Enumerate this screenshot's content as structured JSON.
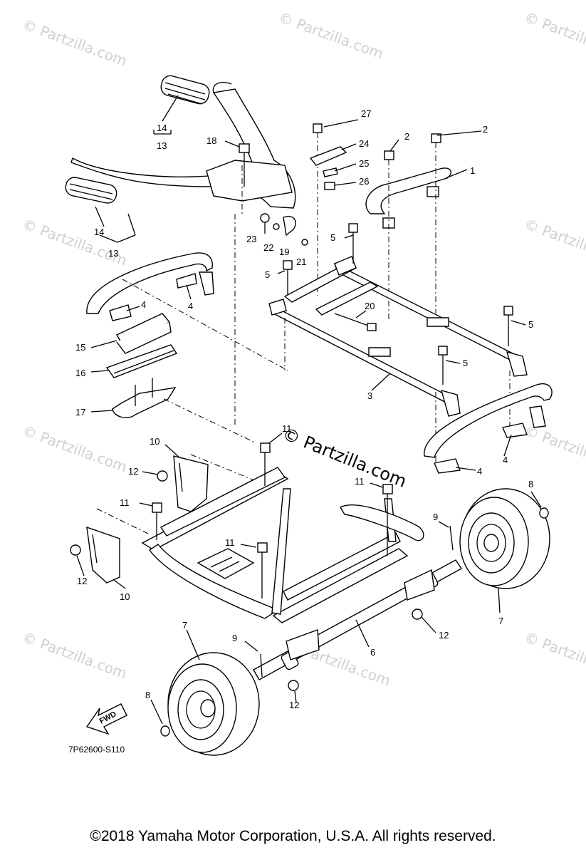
{
  "watermark": {
    "text": "© Partzilla.com",
    "center_text": "© Partzilla.com"
  },
  "callouts": [
    {
      "id": "c27",
      "label": "27"
    },
    {
      "id": "c2a",
      "label": "2"
    },
    {
      "id": "c2b",
      "label": "2"
    },
    {
      "id": "c1",
      "label": "1"
    },
    {
      "id": "c24",
      "label": "24"
    },
    {
      "id": "c25",
      "label": "25"
    },
    {
      "id": "c26",
      "label": "26"
    },
    {
      "id": "c18",
      "label": "18"
    },
    {
      "id": "c14a",
      "label": "14"
    },
    {
      "id": "c13a",
      "label": "13"
    },
    {
      "id": "c14b",
      "label": "14"
    },
    {
      "id": "c13b",
      "label": "13"
    },
    {
      "id": "c23",
      "label": "23"
    },
    {
      "id": "c22",
      "label": "22"
    },
    {
      "id": "c19",
      "label": "19"
    },
    {
      "id": "c21",
      "label": "21"
    },
    {
      "id": "c5a",
      "label": "5"
    },
    {
      "id": "c5b",
      "label": "5"
    },
    {
      "id": "c5c",
      "label": "5"
    },
    {
      "id": "c5d",
      "label": "5"
    },
    {
      "id": "c20",
      "label": "20"
    },
    {
      "id": "c4a",
      "label": "4"
    },
    {
      "id": "c4b",
      "label": "4"
    },
    {
      "id": "c4c",
      "label": "4"
    },
    {
      "id": "c4d",
      "label": "4"
    },
    {
      "id": "c15",
      "label": "15"
    },
    {
      "id": "c16",
      "label": "16"
    },
    {
      "id": "c17",
      "label": "17"
    },
    {
      "id": "c3",
      "label": "3"
    },
    {
      "id": "c10a",
      "label": "10"
    },
    {
      "id": "c10b",
      "label": "10"
    },
    {
      "id": "c12a",
      "label": "12"
    },
    {
      "id": "c12b",
      "label": "12"
    },
    {
      "id": "c12c",
      "label": "12"
    },
    {
      "id": "c12d",
      "label": "12"
    },
    {
      "id": "c11a",
      "label": "11"
    },
    {
      "id": "c11b",
      "label": "11"
    },
    {
      "id": "c11c",
      "label": "11"
    },
    {
      "id": "c11d",
      "label": "11"
    },
    {
      "id": "c8a",
      "label": "8"
    },
    {
      "id": "c8b",
      "label": "8"
    },
    {
      "id": "c9a",
      "label": "9"
    },
    {
      "id": "c9b",
      "label": "9"
    },
    {
      "id": "c7a",
      "label": "7"
    },
    {
      "id": "c7b",
      "label": "7"
    },
    {
      "id": "c6",
      "label": "6"
    }
  ],
  "fwd_label": "FWD",
  "diagram_code": "7P62600-S110",
  "copyright": "©2018  Yamaha Motor Corporation, U.S.A. All rights reserved."
}
